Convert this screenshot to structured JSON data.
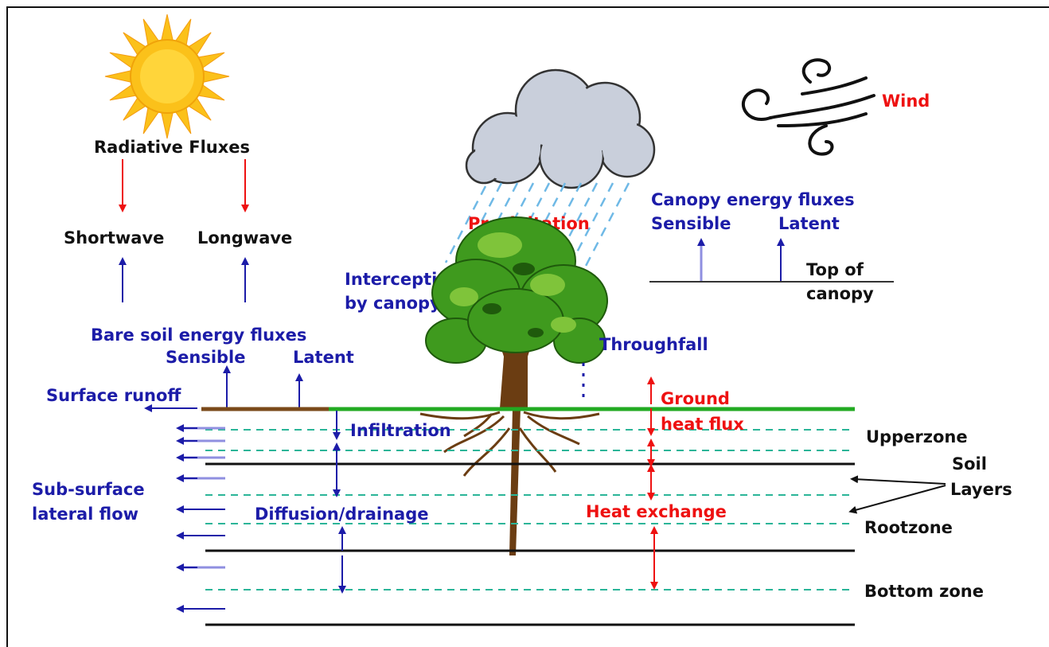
{
  "labels": {
    "radiative_fluxes": "Radiative Fluxes",
    "shortwave": "Shortwave",
    "longwave": "Longwave",
    "precipitation": "Precipitation",
    "wind": "Wind",
    "canopy_energy_fluxes": "Canopy energy fluxes",
    "canopy_sensible": "Sensible",
    "canopy_latent": "Latent",
    "top_of": "Top of",
    "canopy": "canopy",
    "interception_1": "Interception",
    "interception_2": "by canopy",
    "bare_soil_energy_fluxes": "Bare soil energy fluxes",
    "bare_sensible": "Sensible",
    "bare_latent": "Latent",
    "throughfall": "Throughfall",
    "surface_runoff": "Surface runoff",
    "ground": "Ground",
    "heat_flux": "heat flux",
    "infiltration": "Infiltration",
    "upperzone": "Upperzone",
    "soil": "Soil",
    "layers": "Layers",
    "sub_surface": "Sub-surface",
    "lateral_flow": "lateral flow",
    "diffusion_drainage": "Diffusion/drainage",
    "heat_exchange": "Heat exchange",
    "rootzone": "Rootzone",
    "bottom_zone": "Bottom zone"
  },
  "colors": {
    "flux_blue": "#1c1ca8",
    "flux_red": "#ee1111",
    "ground_green": "#22aa22",
    "layer_dash": "#2bb598",
    "rain": "#6fb9e6",
    "cloud": "#c9cfdb",
    "sun": "#fbc11a",
    "bare_soil": "#7a4a1a",
    "trunk": "#6b3d12",
    "foliage": "#3f9a1e"
  },
  "icons": [
    "sun-icon",
    "cloud-icon",
    "rain-icon",
    "wind-icon",
    "tree-icon"
  ]
}
